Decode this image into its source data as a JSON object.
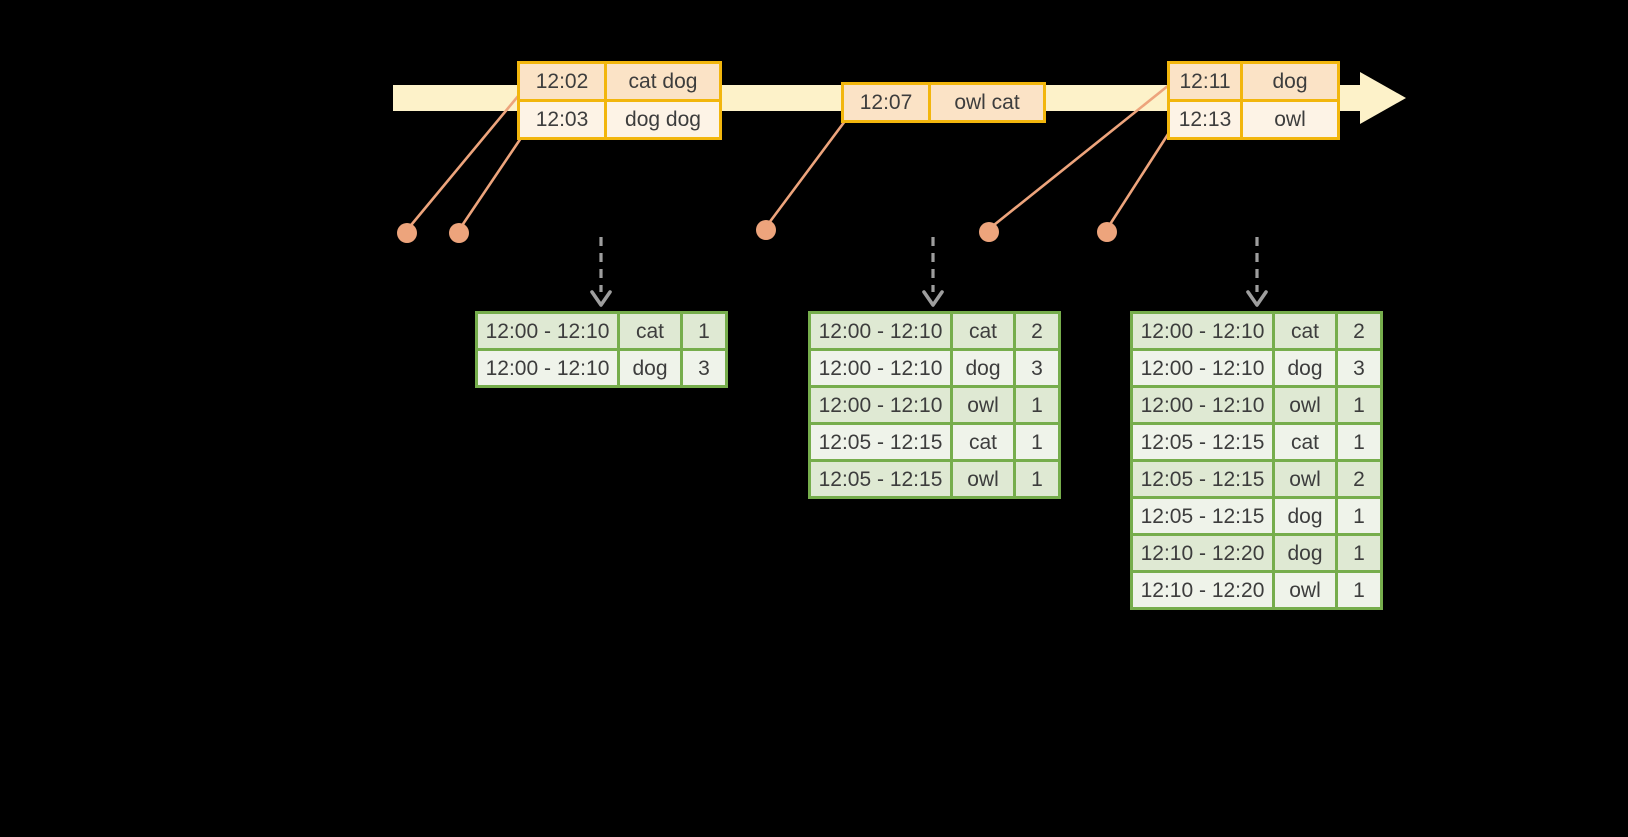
{
  "colors": {
    "background": "#000000",
    "timeline_band": "#fdf2c9",
    "event_border": "#f2b60d",
    "event_row_dark": "#fbe3c6",
    "event_row_light": "#fdf3e6",
    "connector": "#eda47c",
    "result_border": "#76ad4c",
    "result_row_dark": "#dfe9d3",
    "result_row_light": "#eff3ea",
    "text": "#3d3d3d",
    "trigger_arrow": "#9e9e9e"
  },
  "icons": {
    "timeline_arrowhead": "right-arrowhead",
    "trigger_arrow": "dashed-down-arrow",
    "event_dot": "filled-circle"
  },
  "event_tables": [
    {
      "rows": [
        [
          "12:02",
          "cat dog"
        ],
        [
          "12:03",
          "dog dog"
        ]
      ]
    },
    {
      "rows": [
        [
          "12:07",
          "owl cat"
        ]
      ]
    },
    {
      "rows": [
        [
          "12:11",
          "dog"
        ],
        [
          "12:13",
          "owl"
        ]
      ]
    }
  ],
  "result_tables": [
    {
      "rows": [
        [
          "12:00 - 12:10",
          "cat",
          "1"
        ],
        [
          "12:00 - 12:10",
          "dog",
          "3"
        ]
      ]
    },
    {
      "rows": [
        [
          "12:00 - 12:10",
          "cat",
          "2"
        ],
        [
          "12:00 - 12:10",
          "dog",
          "3"
        ],
        [
          "12:00 - 12:10",
          "owl",
          "1"
        ],
        [
          "12:05 - 12:15",
          "cat",
          "1"
        ],
        [
          "12:05 - 12:15",
          "owl",
          "1"
        ]
      ]
    },
    {
      "rows": [
        [
          "12:00 - 12:10",
          "cat",
          "2"
        ],
        [
          "12:00 - 12:10",
          "dog",
          "3"
        ],
        [
          "12:00 - 12:10",
          "owl",
          "1"
        ],
        [
          "12:05 - 12:15",
          "cat",
          "1"
        ],
        [
          "12:05 - 12:15",
          "owl",
          "2"
        ],
        [
          "12:05 - 12:15",
          "dog",
          "1"
        ],
        [
          "12:10 - 12:20",
          "dog",
          "1"
        ],
        [
          "12:10 - 12:20",
          "owl",
          "1"
        ]
      ]
    }
  ]
}
